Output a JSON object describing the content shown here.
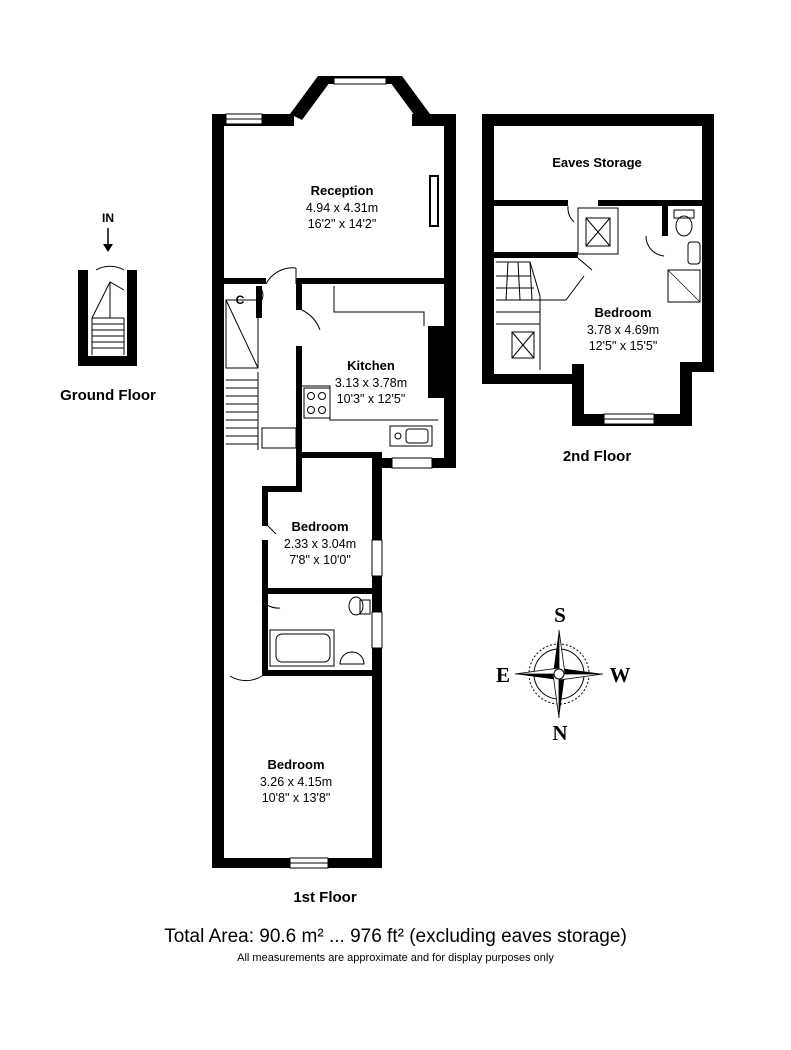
{
  "floors": {
    "ground": {
      "label": "Ground Floor",
      "entrance": "IN"
    },
    "first": {
      "label": "1st Floor"
    },
    "second": {
      "label": "2nd Floor"
    }
  },
  "rooms": {
    "reception": {
      "name": "Reception",
      "metric": "4.94 x 4.31m",
      "imperial": "16'2\" x 14'2\""
    },
    "kitchen": {
      "name": "Kitchen",
      "metric": "3.13 x 3.78m",
      "imperial": "10'3\" x 12'5\""
    },
    "bedroom_small": {
      "name": "Bedroom",
      "metric": "2.33 x 3.04m",
      "imperial": "7'8\" x 10'0\""
    },
    "bedroom_rear": {
      "name": "Bedroom",
      "metric": "3.26 x 4.15m",
      "imperial": "10'8\" x 13'8\""
    },
    "bedroom_top": {
      "name": "Bedroom",
      "metric": "3.78 x 4.69m",
      "imperial": "12'5\" x 15'5\""
    },
    "eaves": {
      "name": "Eaves Storage"
    },
    "cupboard": {
      "name": "C"
    }
  },
  "compass": {
    "top": "S",
    "left": "E",
    "right": "W",
    "bottom": "N"
  },
  "footer": {
    "total_area": "Total Area: 90.6 m² ... 976 ft² (excluding eaves storage)",
    "disclaimer": "All measurements are approximate and for display purposes only"
  }
}
